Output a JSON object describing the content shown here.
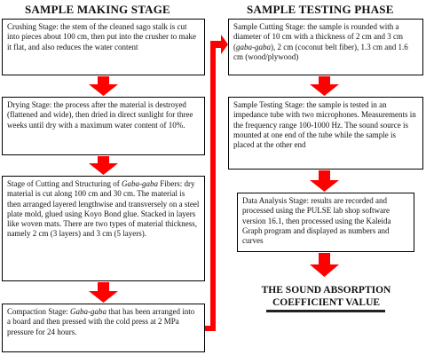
{
  "headers": {
    "left": "SAMPLE MAKING STAGE",
    "right": "SAMPLE TESTING PHASE"
  },
  "making": {
    "crushing": "Crushing Stage: the stem of the cleaned sago stalk is cut into pieces about 100 cm, then put into the crusher to make it flat, and also reduces the water content",
    "drying": "Drying Stage: the process after the material is destroyed (flattened and wide), then dried in direct sunlight for three weeks until dry with a maximum water content of 10%.",
    "cutting_parts": [
      "Stage of Cutting and Structuring of ",
      "Gaba-gaba",
      " Fibers: dry material is cut along 100 cm and 30 cm. The material is then arranged layered lengthwise and transversely on a steel plate mold, glued using Koyo Bond glue. Stacked in layers like woven mats. There are two types of material thickness, namely 2 cm (3 layers) and 3 cm (5 layers)."
    ],
    "compaction_parts": [
      "Compaction Stage: ",
      "Gaba-gaba",
      " that has been arranged into a board and then pressed with the cold press at 2 MPa pressure for 24 hours."
    ]
  },
  "testing": {
    "sample_cutting_parts": [
      "Sample Cutting Stage: the sample is rounded with a diameter of 10 cm with a thickness of 2 cm and 3 cm (",
      "gaba-gaba",
      "), 2 cm (coconut belt fiber), 1.3 cm and 1.6 cm (wood/plywood)"
    ],
    "sample_testing": "Sample Testing Stage: the sample is tested in an impedance tube with two microphones. Measurements in the frequency range 100-1000 Hz. The sound source is mounted at one end of the tube while the sample is placed at the other end",
    "data_analysis": "Data Analysis Stage: results are recorded and processed using the PULSE lab shop software version 16.1, then processed using the Kaleida Graph program and displayed as numbers and curves",
    "final": "THE SOUND ABSORPTION COEFFICIENT VALUE"
  },
  "colors": {
    "arrow": "#ff0000",
    "border": "#000000"
  }
}
